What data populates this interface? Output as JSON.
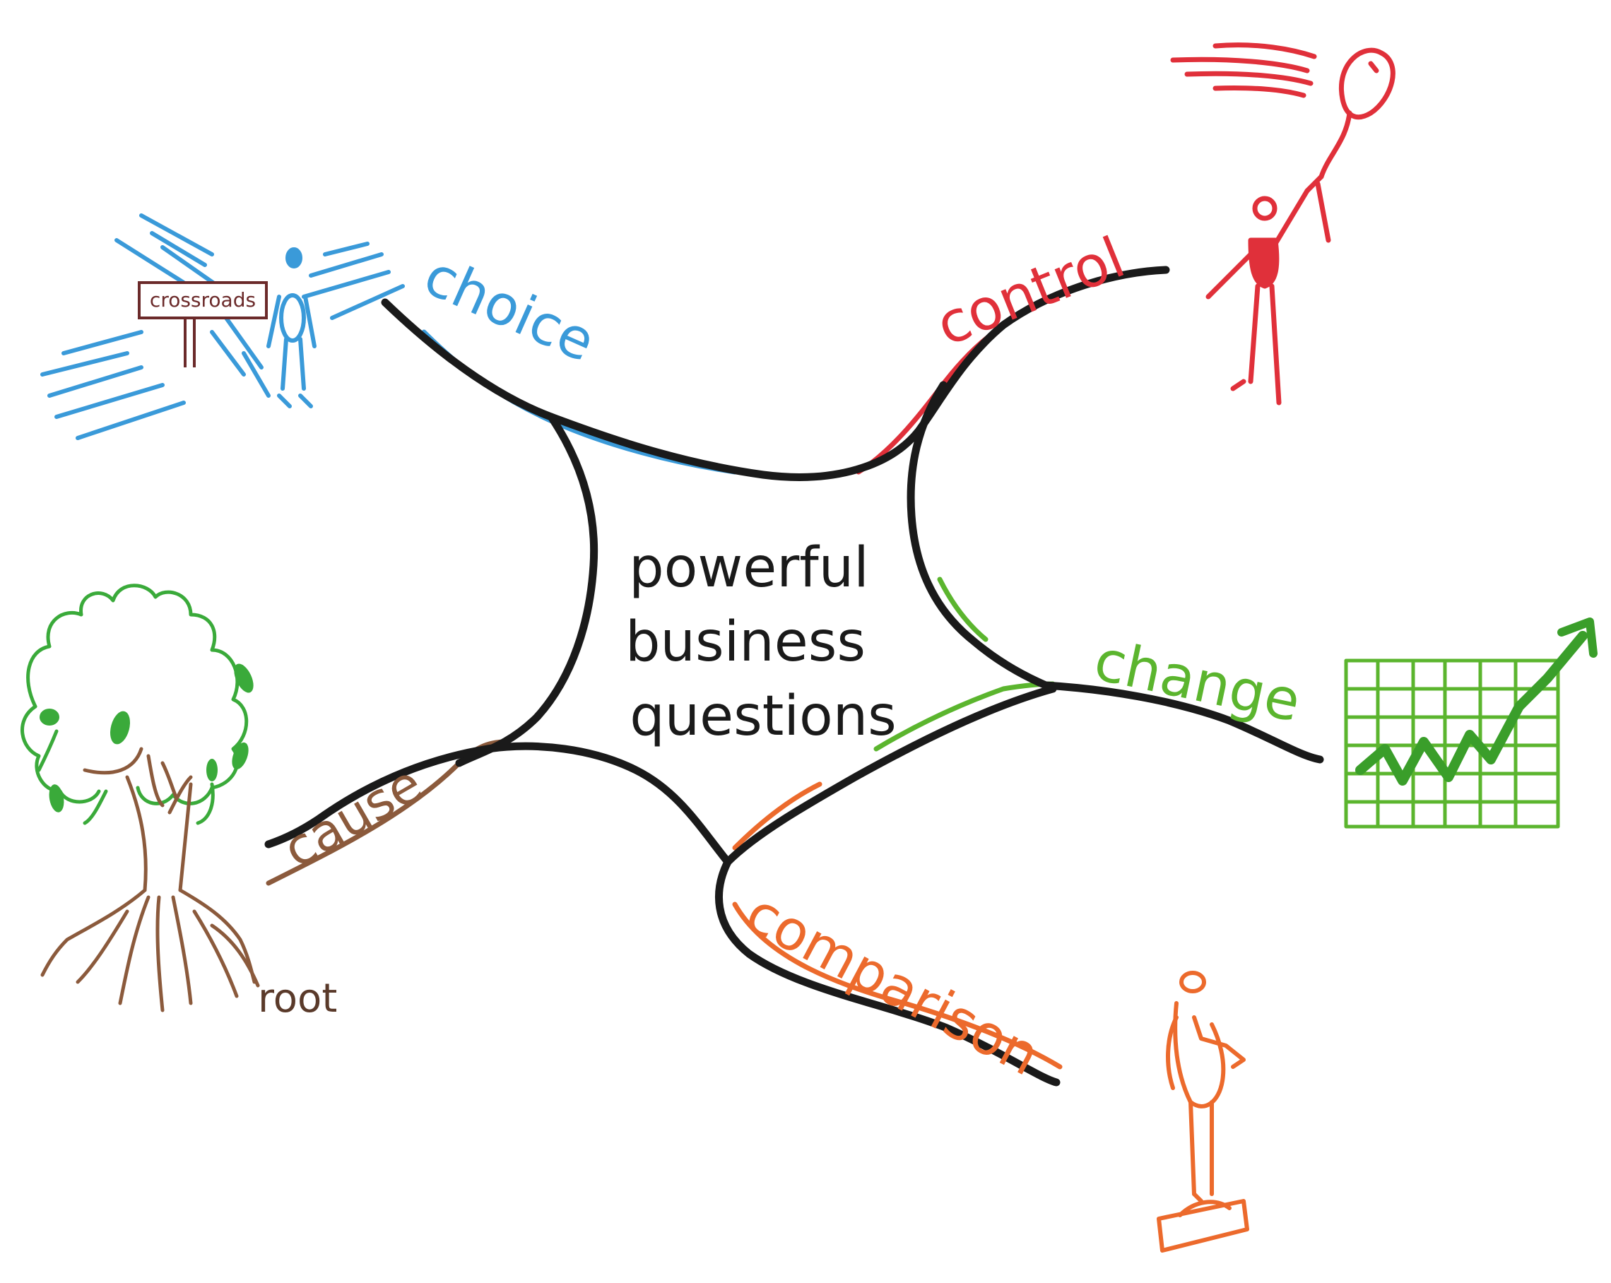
{
  "center": {
    "line1": "powerful",
    "line2": "business",
    "line3": "questions"
  },
  "branches": {
    "choice": {
      "label": "choice",
      "color": "#3a9ad9"
    },
    "control": {
      "label": "control",
      "color": "#e0303a"
    },
    "change": {
      "label": "change",
      "color": "#5bb52e"
    },
    "comparison": {
      "label": "comparison",
      "color": "#ec6a2c"
    },
    "cause": {
      "label": "cause",
      "color": "#8b5a3c"
    }
  },
  "illustrations": {
    "crossroads_sign": "crossroads",
    "root_label": "root"
  },
  "icons": {
    "crossroads": "crossroads-person-icon",
    "balloon": "balloon-person-icon",
    "growth_chart": "growth-chart-icon",
    "scale": "person-on-scale-icon",
    "tree": "tree-roots-icon"
  },
  "colors": {
    "outline": "#1a1a1a",
    "background": "#ffffff",
    "sign": "#6b2a2a"
  }
}
